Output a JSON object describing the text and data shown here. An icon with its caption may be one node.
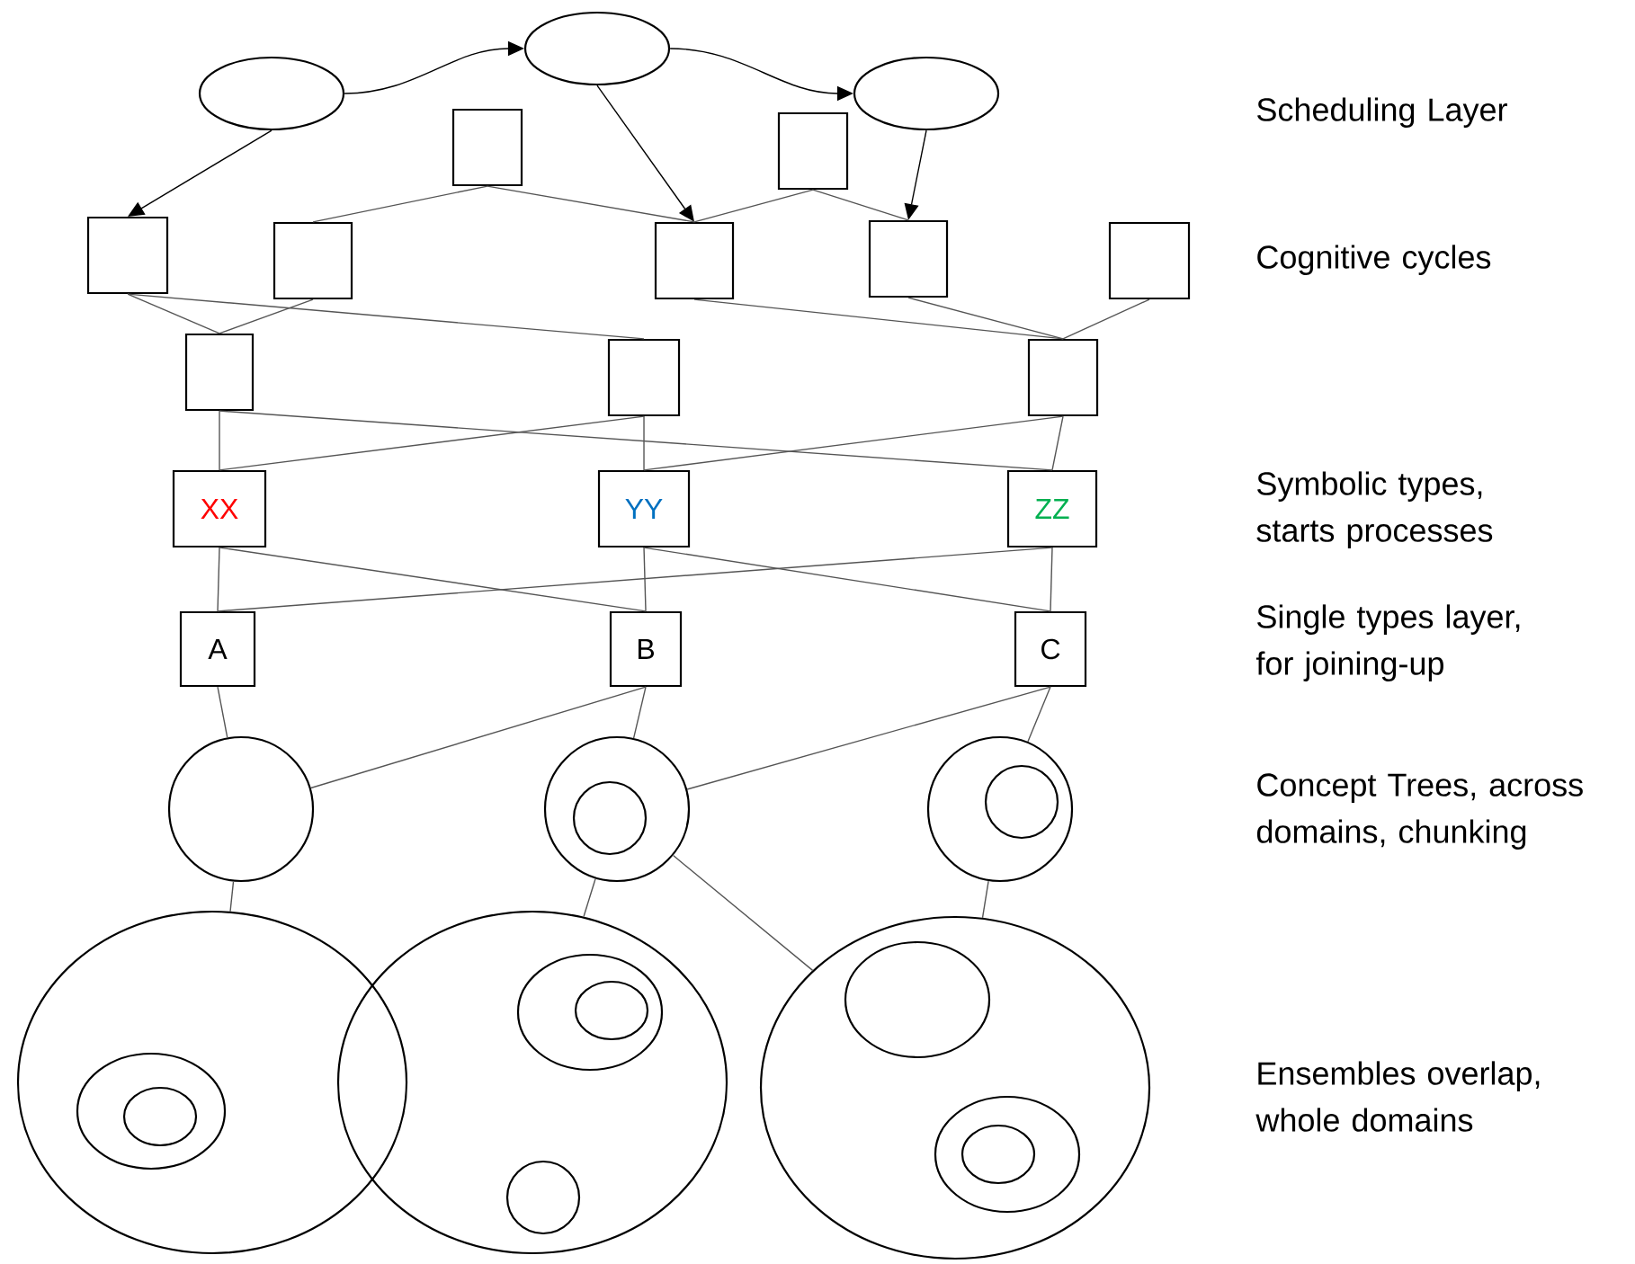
{
  "diagram": {
    "nodes": [
      {
        "text": [],
        "shape": "ellipse"
      },
      {
        "text": [],
        "shape": "ellipse"
      },
      {
        "text": [],
        "shape": "ellipse"
      },
      {
        "text": [],
        "shape": "box"
      },
      {
        "text": [],
        "shape": "box"
      },
      {
        "text": [],
        "shape": "box"
      },
      {
        "text": [],
        "shape": "box"
      },
      {
        "text": [],
        "shape": "box"
      },
      {
        "text": [],
        "shape": "box"
      },
      {
        "text": [],
        "shape": "box"
      },
      {
        "text": [],
        "shape": "box"
      },
      {
        "text": [],
        "shape": "box"
      },
      {
        "text": [],
        "shape": "box"
      },
      {
        "text": [
          "XX"
        ]
      },
      {
        "text": [
          "YY"
        ]
      },
      {
        "text": [
          "ZZ"
        ]
      },
      {
        "text": [
          "A"
        ]
      },
      {
        "text": [
          "B"
        ]
      },
      {
        "text": [
          "C"
        ]
      },
      {
        "text": [],
        "shape": "circle"
      },
      {
        "text": [],
        "shape": "circle"
      },
      {
        "text": [],
        "shape": "circle",
        "in": 20
      },
      {
        "text": [],
        "shape": "circle"
      },
      {
        "text": [],
        "shape": "circle",
        "in": 22
      },
      {
        "text": [],
        "shape": "ellipse"
      },
      {
        "text": [],
        "shape": "ellipse",
        "in": 24
      },
      {
        "text": [],
        "shape": "ellipse",
        "in": 25
      },
      {
        "text": [],
        "shape": "ellipse"
      },
      {
        "text": [],
        "shape": "ellipse",
        "in": 27
      },
      {
        "text": [],
        "shape": "ellipse",
        "in": 28
      },
      {
        "text": [],
        "shape": "circle",
        "in": 27
      },
      {
        "text": [],
        "shape": "ellipse"
      },
      {
        "text": [],
        "shape": "ellipse",
        "in": 31
      },
      {
        "text": [],
        "shape": "ellipse",
        "in": 31
      },
      {
        "text": [],
        "shape": "ellipse",
        "in": 33
      }
    ],
    "edges": [
      {
        "from": 0,
        "to": 1,
        "arrow": "to"
      },
      {
        "from": 1,
        "to": 2,
        "arrow": "to"
      },
      {
        "from": 0,
        "to": 5,
        "arrow": "to"
      },
      {
        "from": 1,
        "to": 7,
        "arrow": "to"
      },
      {
        "from": 2,
        "to": 8,
        "arrow": "to"
      },
      {
        "from": 3,
        "to": 6,
        "arrow": "none"
      },
      {
        "from": 3,
        "to": 7,
        "arrow": "none"
      },
      {
        "from": 4,
        "to": 7,
        "arrow": "none"
      },
      {
        "from": 4,
        "to": 8,
        "arrow": "none"
      },
      {
        "from": 5,
        "to": 10,
        "arrow": "none"
      },
      {
        "from": 6,
        "to": 10,
        "arrow": "none"
      },
      {
        "from": 5,
        "to": 11,
        "arrow": "none"
      },
      {
        "from": 7,
        "to": 12,
        "arrow": "none"
      },
      {
        "from": 8,
        "to": 12,
        "arrow": "none"
      },
      {
        "from": 9,
        "to": 12,
        "arrow": "none"
      },
      {
        "from": 10,
        "to": 13,
        "arrow": "none"
      },
      {
        "from": 10,
        "to": 15,
        "arrow": "none"
      },
      {
        "from": 11,
        "to": 13,
        "arrow": "none"
      },
      {
        "from": 11,
        "to": 14,
        "arrow": "none"
      },
      {
        "from": 12,
        "to": 14,
        "arrow": "none"
      },
      {
        "from": 12,
        "to": 15,
        "arrow": "none"
      },
      {
        "from": 13,
        "to": 16,
        "arrow": "none"
      },
      {
        "from": 13,
        "to": 17,
        "arrow": "none"
      },
      {
        "from": 14,
        "to": 17,
        "arrow": "none"
      },
      {
        "from": 14,
        "to": 18,
        "arrow": "none"
      },
      {
        "from": 15,
        "to": 16,
        "arrow": "none"
      },
      {
        "from": 15,
        "to": 18,
        "arrow": "none"
      },
      {
        "from": 16,
        "to": 19,
        "arrow": "none"
      },
      {
        "from": 17,
        "to": 19,
        "arrow": "none"
      },
      {
        "from": 17,
        "to": 20,
        "arrow": "none"
      },
      {
        "from": 18,
        "to": 20,
        "arrow": "none"
      },
      {
        "from": 18,
        "to": 22,
        "arrow": "none"
      },
      {
        "from": 19,
        "to": 24,
        "arrow": "none"
      },
      {
        "from": 20,
        "to": 27,
        "arrow": "none"
      },
      {
        "from": 20,
        "to": 31,
        "arrow": "none"
      },
      {
        "from": 22,
        "to": 31,
        "arrow": "none"
      }
    ],
    "labels": [
      "Scheduling Layer",
      "Cognitive cycles",
      "Symbolic types, starts processes",
      "Single types layer, for joining-up",
      "Concept Trees, across domains, chunking",
      "Ensembles overlap, whole domains"
    ]
  }
}
